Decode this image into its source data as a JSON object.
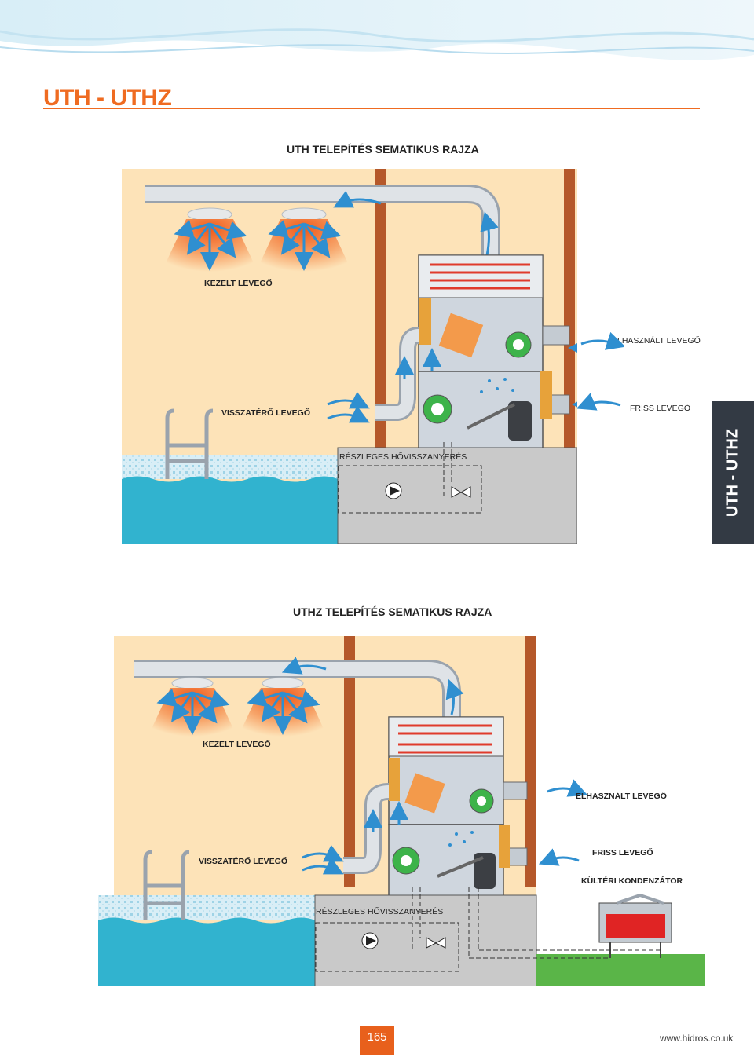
{
  "page": {
    "title": "UTH - UTHZ",
    "side_tab": "UTH - UTHZ",
    "page_number": "165",
    "website": "www.hidros.co.uk"
  },
  "diagram_uth": {
    "title": "UTH TELEPÍTÉS SEMATIKUS RAJZA",
    "labels": {
      "treated_air": "KEZELT LEVEGŐ",
      "exhaust_air": "ELHASZNÁLT LEVEGŐ",
      "return_air": "VISSZATÉRŐ LEVEGŐ",
      "fresh_air": "FRISS LEVEGŐ",
      "partial_heat_recovery": "RÉSZLEGES HŐVISSZANYERÉS"
    }
  },
  "diagram_uthz": {
    "title": "UTHZ TELEPÍTÉS SEMATIKUS RAJZA",
    "labels": {
      "treated_air": "KEZELT LEVEGŐ",
      "exhaust_air": "ELHASZNÁLT LEVEGŐ",
      "return_air": "VISSZATÉRŐ LEVEGŐ",
      "fresh_air": "FRISS LEVEGŐ",
      "outdoor_condenser": "KÜLTÉRI KONDENZÁTOR",
      "partial_heat_recovery": "RÉSZLEGES HŐVISSZANYERÉS"
    }
  },
  "colors": {
    "accent": "#ef6b21",
    "wall": "#fde3b8",
    "pillar": "#b5582a",
    "pool_water": "#31b3cf",
    "floor": "#c9c9c9",
    "grass": "#5ab548",
    "airflow_arrow": "#2f8fd0",
    "fan": "#3db34a",
    "condenser": "#e02424"
  }
}
